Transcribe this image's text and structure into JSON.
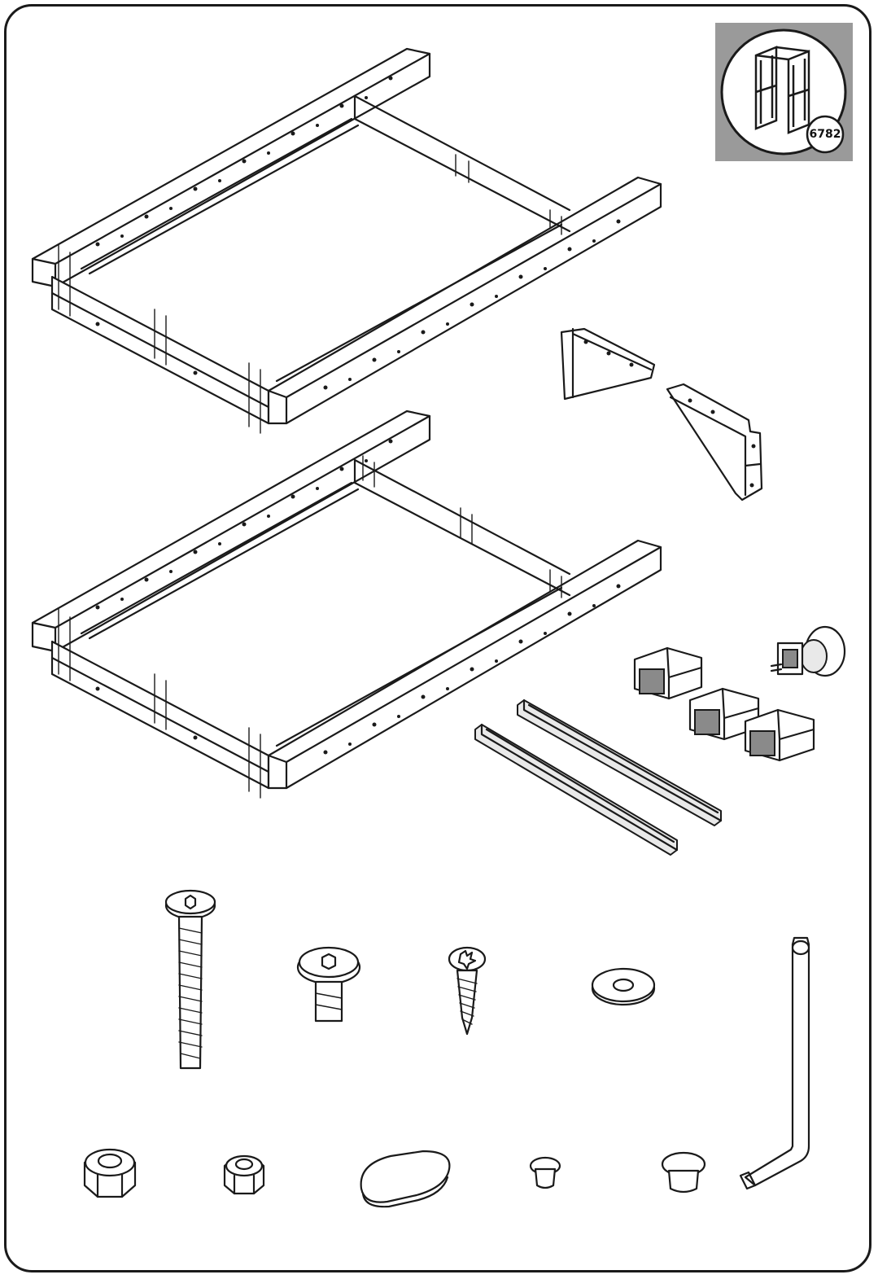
{
  "product_badge": {
    "number": "6782",
    "icon": "assembled-frame-icon"
  },
  "parts": {
    "frames": [
      "frame-upper",
      "frame-lower"
    ],
    "brackets": [
      "bracket-left",
      "bracket-right"
    ],
    "rails": [
      "rail-a",
      "rail-b"
    ],
    "leg_caps": [
      "leg-cap-1",
      "leg-cap-2",
      "leg-cap-3"
    ],
    "leveling_foot": "leveling-foot",
    "hardware": [
      "long-bolt",
      "short-bolt",
      "wood-screw",
      "washer",
      "allen-key",
      "large-nut",
      "small-nut",
      "oval-cover",
      "small-plug",
      "large-plug"
    ]
  },
  "colors": {
    "line": "#1a1a1a",
    "badge_bg": "#9a9a9a",
    "fill_light": "#f2f2f2",
    "fill_dark": "#8a8a8a"
  }
}
